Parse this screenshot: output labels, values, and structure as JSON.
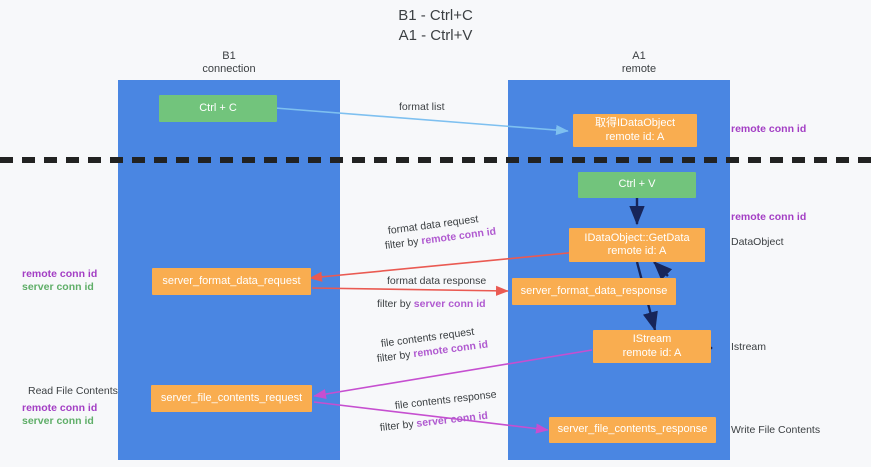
{
  "title": "B1 - Ctrl+C\nA1 - Ctrl+V",
  "columns": [
    {
      "name": "B1",
      "role": "connection",
      "label": "B1\nconnection"
    },
    {
      "name": "A1",
      "role": "remote",
      "label": "A1\nremote"
    }
  ],
  "colors": {
    "band": "#4a86e2",
    "green_box": "#72c47c",
    "orange_box": "#f9ad50",
    "background": "#f7f8fa",
    "remote_conn_id": "#a33ec4",
    "server_conn_id": "#5fae68",
    "arrow_format_list": "#7ec0f0",
    "arrow_format_data": "#ea5a52",
    "arrow_file_contents": "#c64fd0",
    "arrow_internal": "#17255a",
    "divider": "#222222"
  },
  "boxes": {
    "ctrl_c": {
      "line1": "Ctrl + C",
      "line2": ""
    },
    "idataobject": {
      "line1": "取得IDataObject",
      "line2": "remote id: A"
    },
    "ctrl_v": {
      "line1": "Ctrl + V",
      "line2": ""
    },
    "getdata": {
      "line1": "IDataObject::GetData",
      "line2": "remote id: A"
    },
    "server_format_data_request": {
      "line1": "server_format_data_request",
      "line2": ""
    },
    "server_format_data_response": {
      "line1": "server_format_data_response",
      "line2": ""
    },
    "istream": {
      "line1": "IStream",
      "line2": "remote id: A"
    },
    "server_file_contents_request": {
      "line1": "server_file_contents_request",
      "line2": ""
    },
    "server_file_contents_response": {
      "line1": "server_file_contents_response",
      "line2": ""
    }
  },
  "arrow_labels": {
    "format_list": "format list",
    "format_data_request": "format data request",
    "format_data_request_filter_prefix": "filter by ",
    "format_data_request_filter_key": "remote conn id",
    "format_data_response": "format data response",
    "format_data_response_filter_prefix": "filter by ",
    "format_data_response_filter_key": "server conn id",
    "file_contents_request": "file contents request",
    "file_contents_request_filter_prefix": "filter by ",
    "file_contents_request_filter_key": "remote conn id",
    "file_contents_response": "file contents response",
    "file_contents_response_filter_prefix": "filter by ",
    "file_contents_response_filter_key": "server conn id"
  },
  "left_annotations": [
    {
      "id": "left-ids-format",
      "lines": [
        {
          "text": "remote conn id",
          "color": "remote"
        },
        {
          "text": "server conn id",
          "color": "server"
        }
      ]
    },
    {
      "id": "left-read-file-contents",
      "lines": [
        {
          "text": "Read File Contents",
          "color": "dark"
        }
      ]
    },
    {
      "id": "left-ids-file",
      "lines": [
        {
          "text": "remote conn id",
          "color": "remote"
        },
        {
          "text": "server conn id",
          "color": "server"
        }
      ]
    }
  ],
  "right_annotations": [
    {
      "id": "right-remote-conn-id-top",
      "text": "remote conn id",
      "color": "remote"
    },
    {
      "id": "right-remote-conn-id-mid",
      "text": "remote conn id",
      "color": "remote"
    },
    {
      "id": "right-dataobject",
      "text": "DataObject",
      "color": "dark"
    },
    {
      "id": "right-istream",
      "text": "Istream",
      "color": "dark"
    },
    {
      "id": "right-write-file-contents",
      "text": "Write File Contents",
      "color": "dark"
    }
  ]
}
